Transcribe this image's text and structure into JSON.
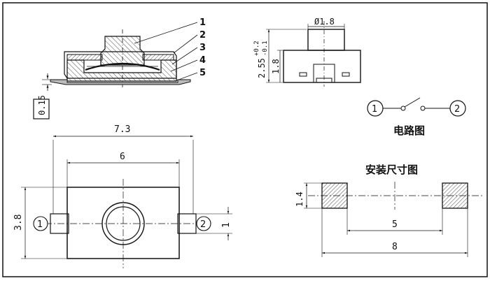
{
  "section_view": {
    "part_numbers": [
      "1",
      "2",
      "3",
      "4",
      "5"
    ],
    "thickness": "0.15"
  },
  "side_view": {
    "diameter": "Ø1.8",
    "height_base": "2.55",
    "tol_plus": "+0.2",
    "tol_minus": "-0.1",
    "height_inner": "1.8"
  },
  "circuit": {
    "terminal_1": "1",
    "terminal_2": "2",
    "caption": "电路图"
  },
  "top_view": {
    "width_total": "7.3",
    "width_inner": "6",
    "height": "3.8",
    "terminal_1": "1",
    "terminal_2": "2",
    "pin_width": "1"
  },
  "mounting": {
    "caption": "安装尺寸图",
    "pad_height": "1.4",
    "pad_gap": "5",
    "overall": "8"
  }
}
